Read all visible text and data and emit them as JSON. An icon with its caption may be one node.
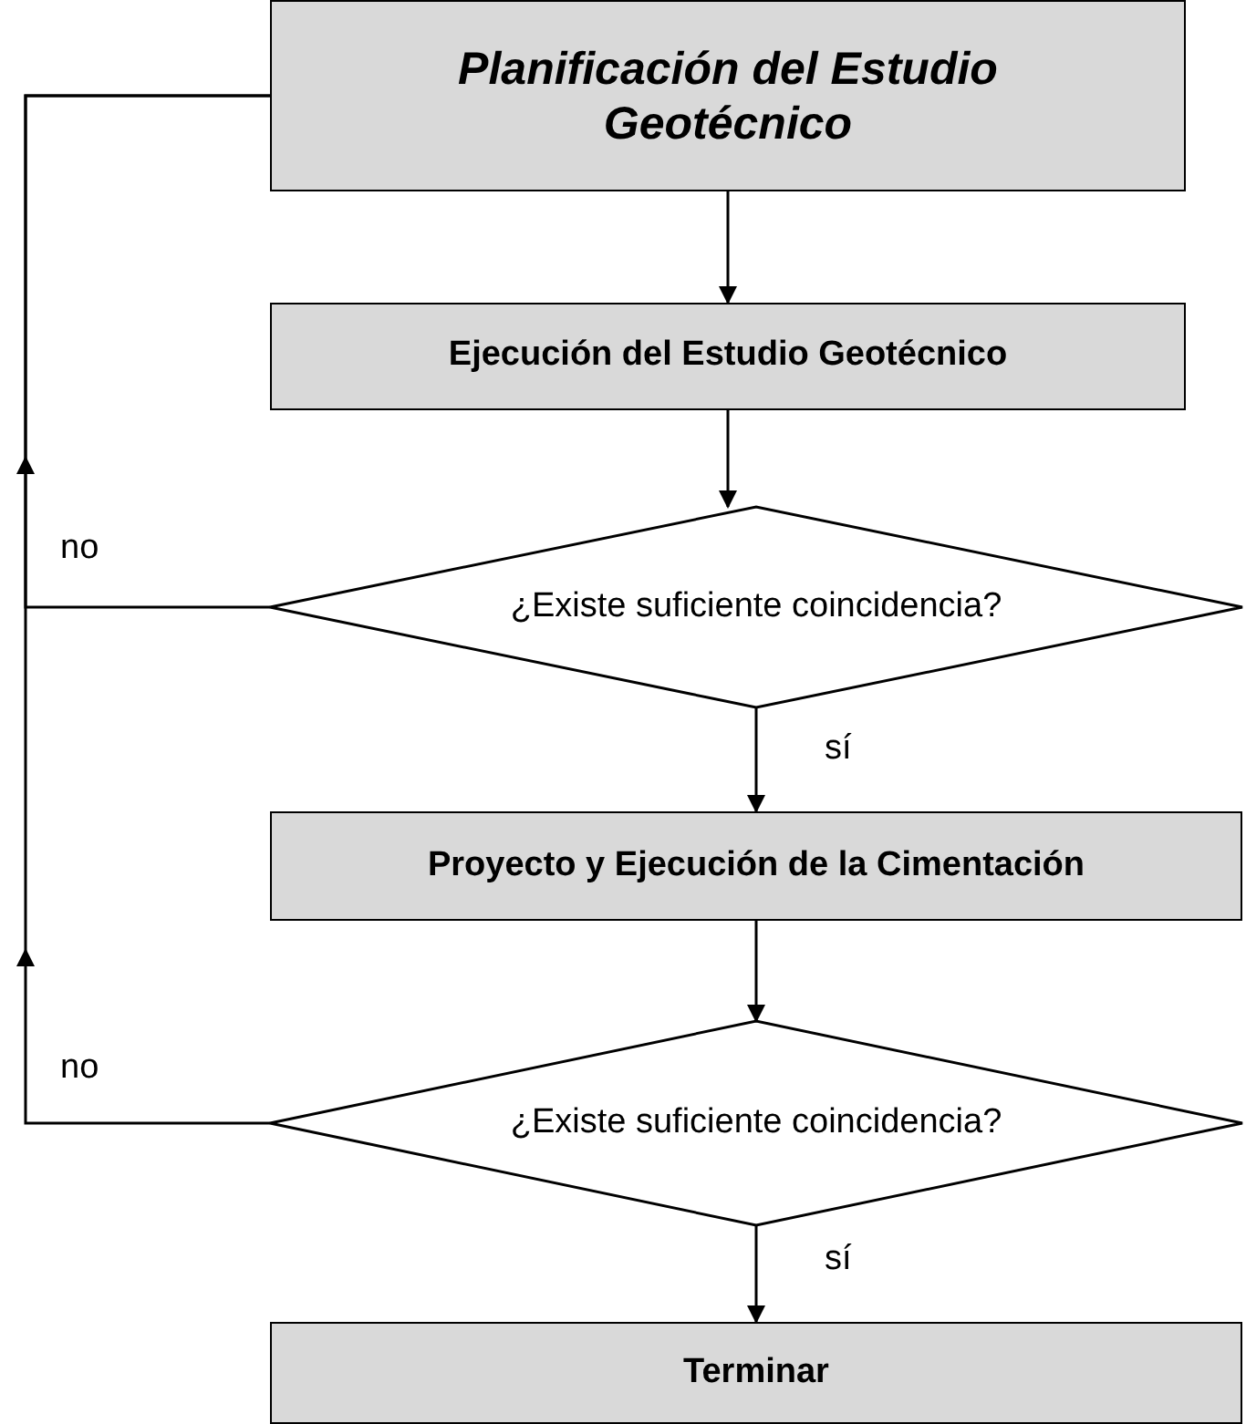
{
  "diagram": {
    "nodes": [
      {
        "text": [
          "Planificación del Estudio Geotécnico"
        ]
      },
      {
        "text": [
          "Ejecución del Estudio Geotécnico"
        ]
      },
      {
        "text": [
          "¿Existe suficiente coincidencia?"
        ]
      },
      {
        "text": [
          "Proyecto y Ejecución de la Cimentación"
        ]
      },
      {
        "text": [
          "¿Existe suficiente coincidencia?"
        ]
      },
      {
        "text": [
          "Terminar"
        ]
      }
    ],
    "edges": [
      {
        "from": 0,
        "to": 1,
        "arrow": "to"
      },
      {
        "from": 1,
        "to": 2,
        "arrow": "to"
      },
      {
        "from": 2,
        "to": 3,
        "arrow": "to",
        "label": "sí"
      },
      {
        "from": 3,
        "to": 4,
        "arrow": "to"
      },
      {
        "from": 4,
        "to": 5,
        "arrow": "to",
        "label": "sí"
      },
      {
        "from": 2,
        "to": 0,
        "arrow": "to",
        "label": "no"
      },
      {
        "from": 4,
        "to": 0,
        "arrow": "to",
        "label": "no"
      }
    ]
  }
}
